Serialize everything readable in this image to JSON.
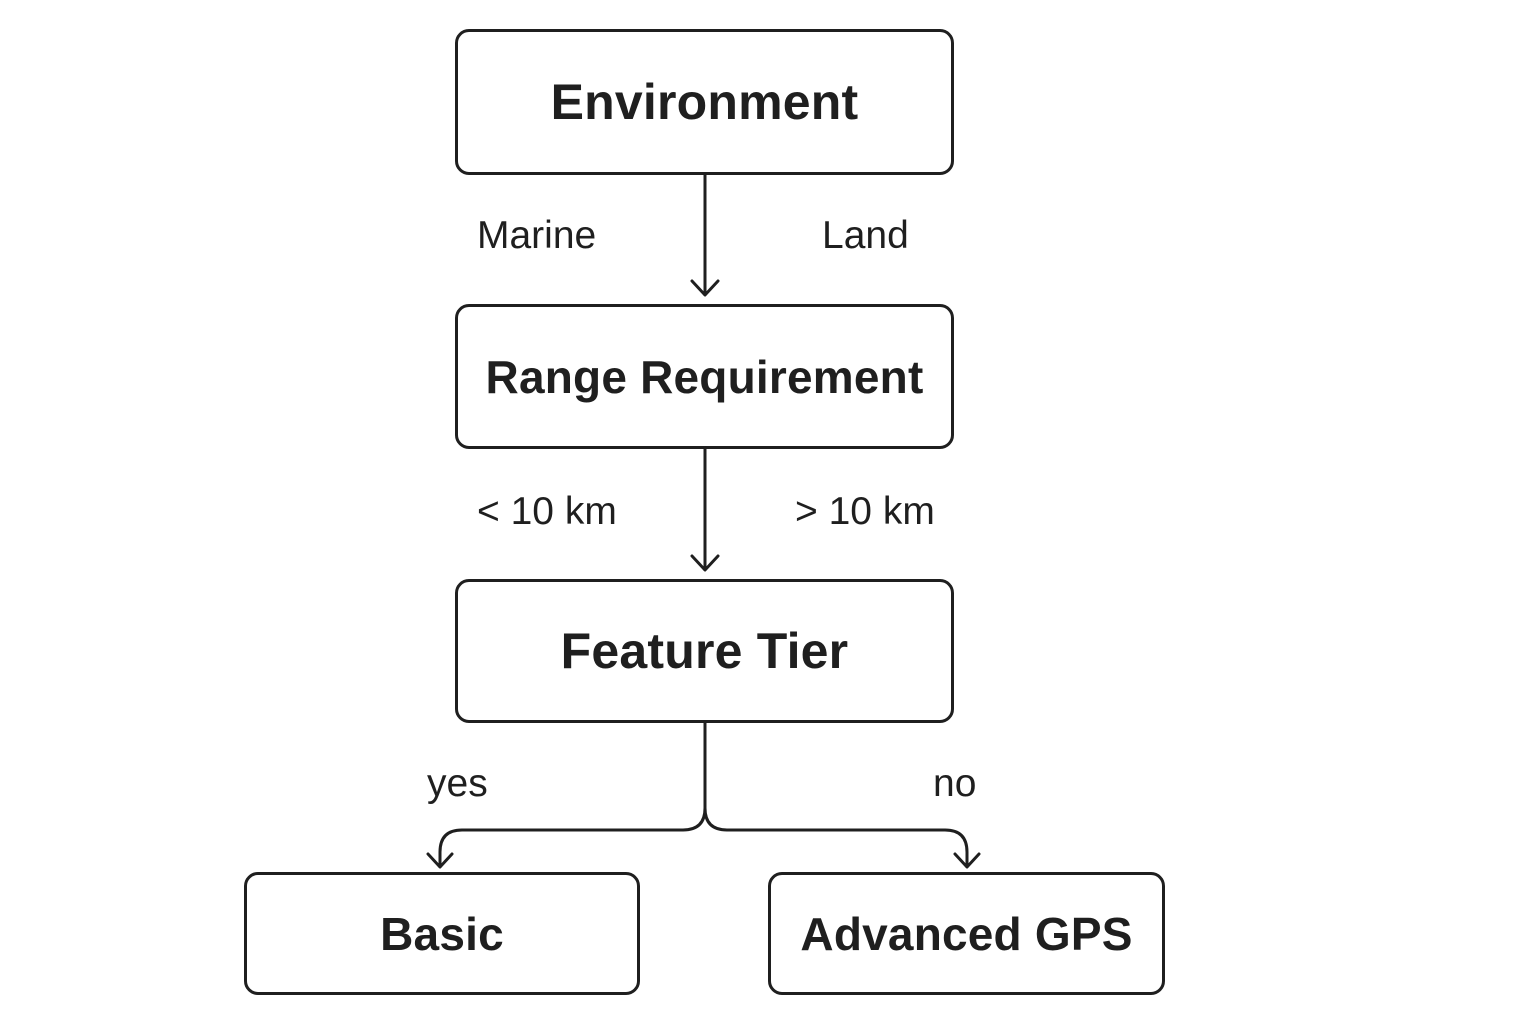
{
  "nodes": {
    "environment": "Environment",
    "range_requirement": "Range Requirement",
    "feature_tier": "Feature Tier",
    "basic": "Basic",
    "advanced_gps": "Advanced GPS"
  },
  "edge_labels": {
    "marine": "Marine",
    "land": "Land",
    "less_10km": "< 10 km",
    "more_10km": "> 10 km",
    "yes": "yes",
    "no": "no"
  },
  "colors": {
    "stroke": "#1f1f1f",
    "background": "#ffffff"
  }
}
